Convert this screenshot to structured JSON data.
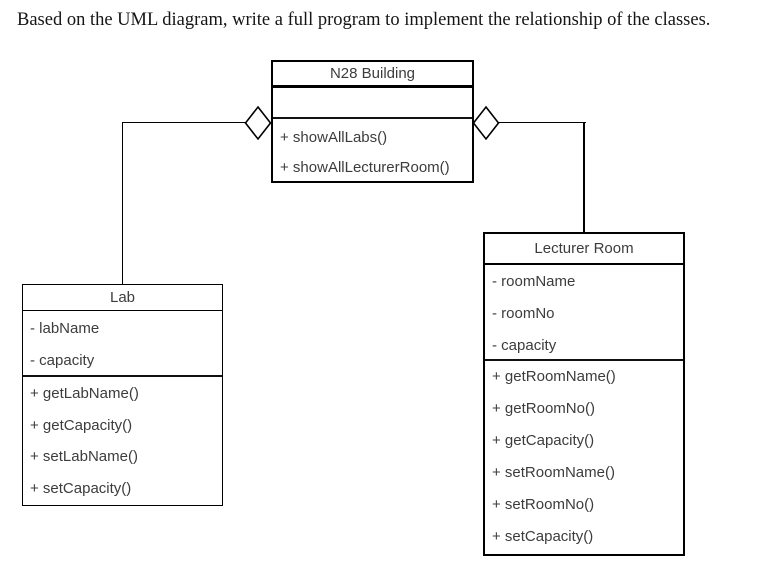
{
  "page": {
    "instruction": "Based on the UML diagram, write a full program to implement the relationship of the classes."
  },
  "diagram": {
    "type": "uml-class-diagram",
    "colors": {
      "stroke": "#000000",
      "text": "#3c3c3c",
      "background": "#ffffff"
    },
    "classes": {
      "building": {
        "title": "N28 Building",
        "attributes": [],
        "methods": [
          "+ showAllLabs()",
          "+ showAllLecturerRoom()"
        ]
      },
      "lab": {
        "title": "Lab",
        "attributes": [
          "- labName",
          "- capacity"
        ],
        "methods": [
          "+ getLabName()",
          "+ getCapacity()",
          "+ setLabName()",
          "+ setCapacity()"
        ]
      },
      "lecturerRoom": {
        "title": "Lecturer Room",
        "attributes": [
          "- roomName",
          "- roomNo",
          "- capacity"
        ],
        "methods": [
          "+ getRoomName()",
          "+ getRoomNo()",
          "+ getCapacity()",
          "+ setRoomName()",
          "+ setRoomNo()",
          "+ setCapacity()"
        ]
      }
    },
    "relationships": [
      {
        "type": "aggregation",
        "owner": "N28 Building",
        "part": "Lab"
      },
      {
        "type": "aggregation",
        "owner": "N28 Building",
        "part": "Lecturer Room"
      }
    ]
  }
}
